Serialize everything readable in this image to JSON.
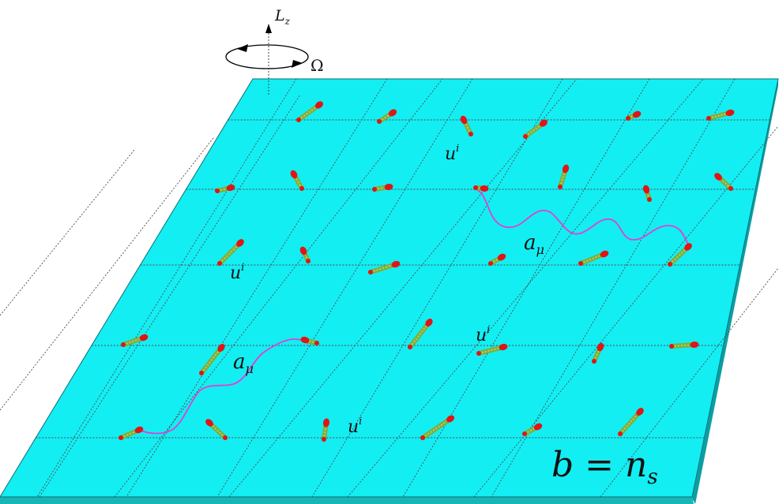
{
  "labels": {
    "angular_momentum": "L",
    "angular_momentum_sub": "z",
    "rotation": "Ω",
    "vortex_field": "u",
    "vortex_field_sup": "i",
    "gauge_field": "a",
    "gauge_field_sub": "μ",
    "equation": "b = n",
    "equation_sub": "s"
  },
  "colors": {
    "plane_top": "#13eef3",
    "plane_edge": "#0fb8b8",
    "grid": "#4a4a4a",
    "dipole_end": "#e01515",
    "dipole_body": "#7fae3c",
    "gauge_wave": "#e040d0"
  }
}
